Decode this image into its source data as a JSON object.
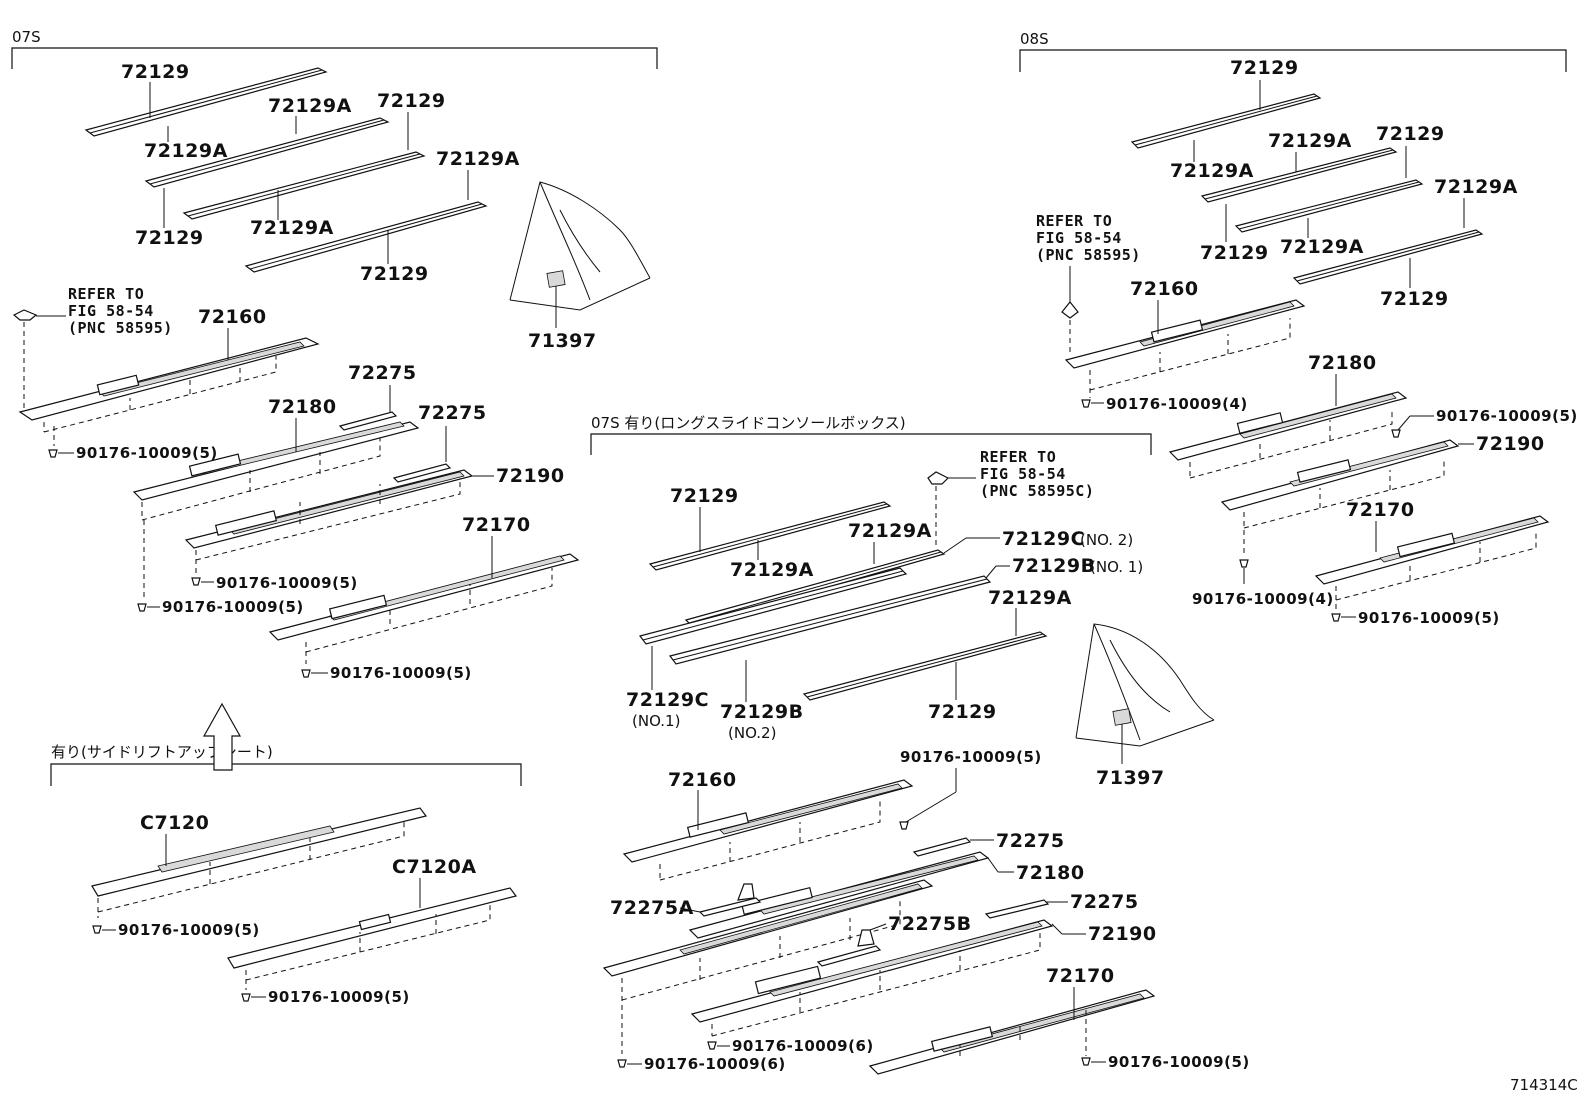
{
  "groups": {
    "g1": "07S",
    "g2": "08S",
    "g3": "07S 有り(ロングスライドコンソールボックス)",
    "g4": "有り(サイドリフトアップシート)"
  },
  "refer": {
    "line1": "REFER TO",
    "line2": "FIG 58-54",
    "pnc_a": "(PNC 58595)",
    "pnc_b": "(PNC 58595C)"
  },
  "parts": {
    "p72129": "72129",
    "p72129A": "72129A",
    "p72129B": "72129B",
    "p72129C": "72129C",
    "p72160": "72160",
    "p72170": "72170",
    "p72180": "72180",
    "p72190": "72190",
    "p72275": "72275",
    "p72275A": "72275A",
    "p72275B": "72275B",
    "p71397": "71397",
    "pC7120": "C7120",
    "pC7120A": "C7120A"
  },
  "notes": {
    "no1": "(NO.1)",
    "no2": "(NO.2)",
    "no1_close": "(NO. 1)",
    "no2_close": "(NO. 2)"
  },
  "bolts": {
    "b5": "90176-10009(5)",
    "b4": "90176-10009(4)",
    "b6": "90176-10009(6)"
  },
  "figure_id": "714314C"
}
